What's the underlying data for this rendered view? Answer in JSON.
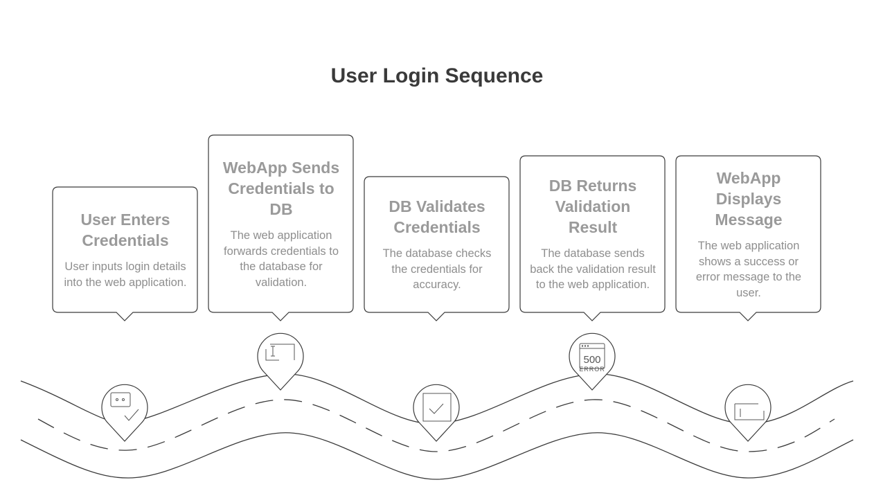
{
  "title": "User Login Sequence",
  "steps": [
    {
      "title": "User Enters Credentials",
      "description": "User inputs login details into the web application.",
      "icon": "login-form-check-icon"
    },
    {
      "title": "WebApp Sends Credentials to DB",
      "description": "The web application forwards credentials to the database for validation.",
      "icon": "text-cursor-window-icon"
    },
    {
      "title": "DB Validates Credentials",
      "description": "The database checks the credentials for accuracy.",
      "icon": "checkbox-icon"
    },
    {
      "title": "DB Returns Validation Result",
      "description": "The database sends back the validation result to the web application.",
      "icon": "server-error-icon",
      "icon_text": "500",
      "icon_subtext": "ERROR"
    },
    {
      "title": "WebApp Displays Message",
      "description": "The web application shows a success or error message to the user.",
      "icon": "message-window-icon"
    }
  ]
}
